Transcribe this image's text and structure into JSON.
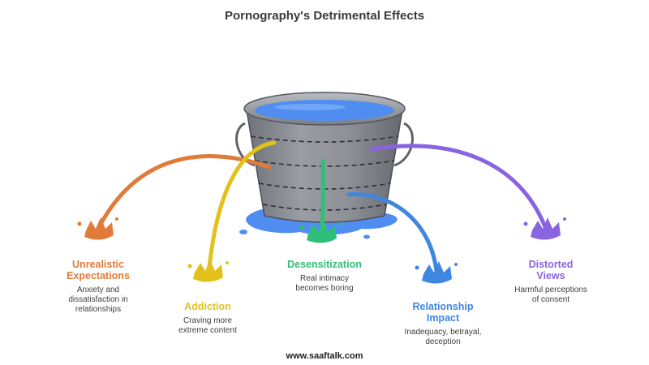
{
  "title": "Pornography's Detrimental Effects",
  "effects": [
    {
      "id": "unrealistic",
      "title_lines": [
        "Unrealistic",
        "Expectations"
      ],
      "desc_lines": [
        "Anxiety and",
        "dissatisfaction in",
        "relationships"
      ],
      "color": "#e07b39"
    },
    {
      "id": "addiction",
      "title_lines": [
        "Addiction"
      ],
      "desc_lines": [
        "Craving more",
        "extreme content"
      ],
      "color": "#e2c21a"
    },
    {
      "id": "desensitization",
      "title_lines": [
        "Desensitization"
      ],
      "desc_lines": [
        "Real intimacy",
        "becomes boring"
      ],
      "color": "#2fbf78"
    },
    {
      "id": "relationship",
      "title_lines": [
        "Relationship",
        "Impact"
      ],
      "desc_lines": [
        "Inadequacy, betrayal,",
        "deception"
      ],
      "color": "#3f86e0"
    },
    {
      "id": "distorted",
      "title_lines": [
        "Distorted",
        "Views"
      ],
      "desc_lines": [
        "Harmful perceptions",
        "of consent"
      ],
      "color": "#8a63e0"
    }
  ],
  "footer": "www.saaftalk.com",
  "colors": {
    "bucket": "#8c8f95",
    "water": "#4f8ef0",
    "title": "#3a3a3a"
  }
}
